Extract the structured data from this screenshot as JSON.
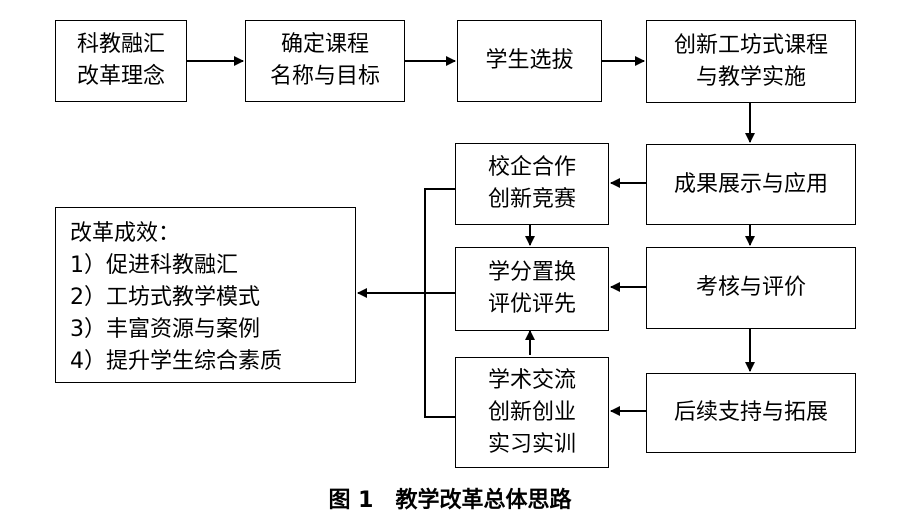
{
  "nodes": {
    "reform_idea": [
      "科教融汇",
      "改革理念"
    ],
    "course_goal": [
      "确定课程",
      "名称与目标"
    ],
    "selection": [
      "学生选拔"
    ],
    "workshop": [
      "创新工坊式课程",
      "与教学实施"
    ],
    "showcase": [
      "成果展示与应用"
    ],
    "competition": [
      "校企合作",
      "创新竞赛"
    ],
    "credit": [
      "学分置换",
      "评优评先"
    ],
    "assessment": [
      "考核与评价"
    ],
    "exchange": [
      "学术交流",
      "创新创业",
      "实习实训"
    ],
    "support": [
      "后续支持与拓展"
    ],
    "outcomes": [
      "改革成效：",
      "1）促进科教融汇",
      "2）工坊式教学模式",
      "3）丰富资源与案例",
      "4）提升学生综合素质"
    ]
  },
  "caption": "图 1　教学改革总体思路"
}
